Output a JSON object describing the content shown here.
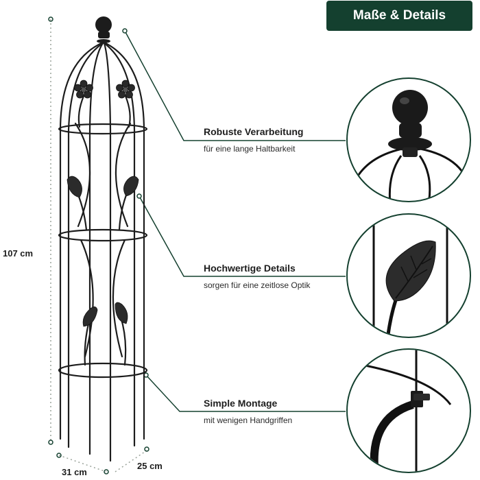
{
  "header": {
    "title": "Maße & Details"
  },
  "dimensions": {
    "height": "107 cm",
    "width": "31 cm",
    "depth": "25 cm"
  },
  "features": [
    {
      "title": "Robuste Verarbeitung",
      "subtitle": "für eine lange Haltbarkeit",
      "detail_icon": "finial-ball-icon"
    },
    {
      "title": "Hochwertige Details",
      "subtitle": "sorgen für eine zeitlose Optik",
      "detail_icon": "leaf-ornament-icon"
    },
    {
      "title": "Simple Montage",
      "subtitle": "mit wenigen Handgriffen",
      "detail_icon": "connector-clip-icon"
    }
  ],
  "colors": {
    "accent": "#14402f",
    "metal": "#1c1c1c",
    "dimension_line": "#9aa39a"
  }
}
